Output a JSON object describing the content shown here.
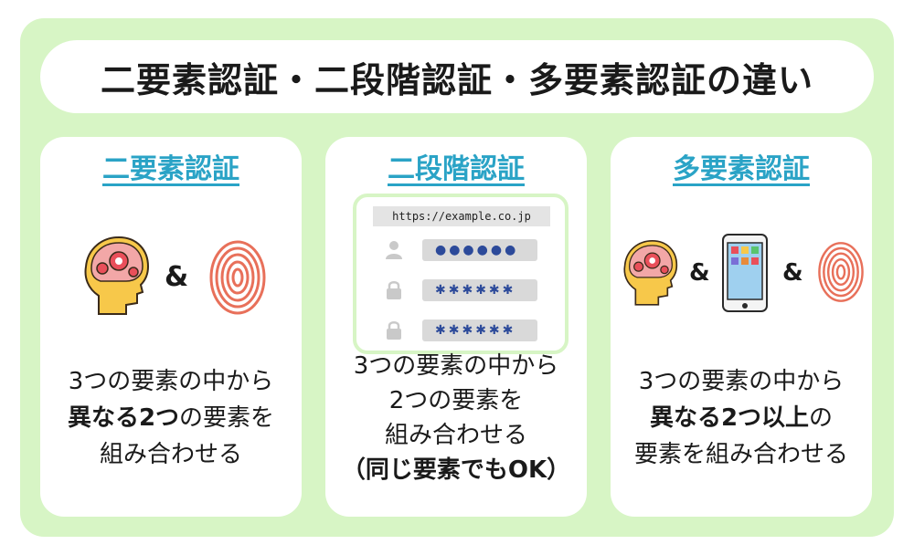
{
  "title": "二要素認証・二段階認証・多要素認証の違い",
  "cards": [
    {
      "heading": "二要素認証",
      "amp": "&",
      "desc": {
        "line1": "3つの要素の中から",
        "line2_bold": "異なる2つ",
        "line2_rest": "の要素を",
        "line3": "組み合わせる"
      }
    },
    {
      "heading": "二段階認証",
      "url": "https://example.co.jp",
      "field1_dots": "●●●●●●",
      "field2_dots": "✱✱✱✱✱✱",
      "field3_dots": "✱✱✱✱✱✱",
      "desc": {
        "line1": "3つの要素の中から",
        "line2": "2つの要素を",
        "line3": "組み合わせる",
        "line4": "（同じ要素でもOK）"
      }
    },
    {
      "heading": "多要素認証",
      "amp1": "&",
      "amp2": "&",
      "desc": {
        "line1": "3つの要素の中から",
        "line2_bold": "異なる2つ以上",
        "line2_rest": "の",
        "line3": "要素を組み合わせる"
      }
    }
  ],
  "icons": {
    "brain": "brain-gear-head-icon",
    "fingerprint": "fingerprint-icon",
    "smartphone": "smartphone-icon",
    "user": "user-icon",
    "lock": "lock-icon"
  },
  "colors": {
    "frame": "#d7f5c5",
    "heading": "#2aa3c6",
    "field_text": "#2c4a9a"
  }
}
